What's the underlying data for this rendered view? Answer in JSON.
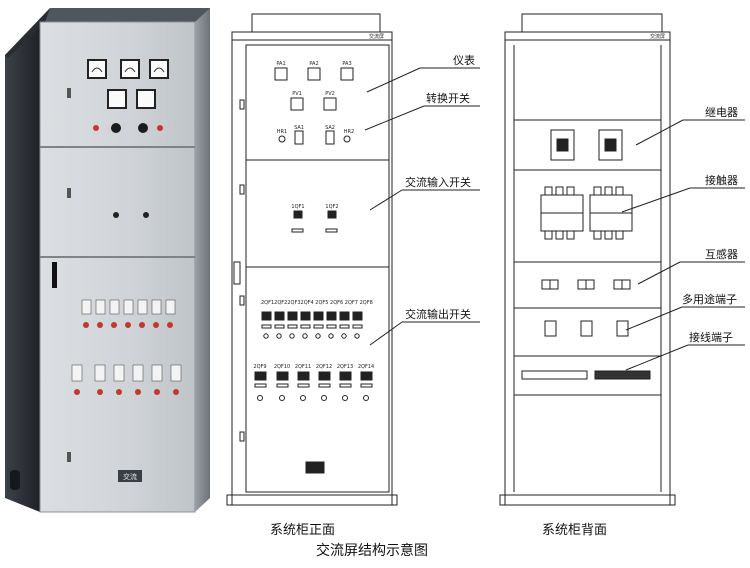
{
  "figure": {
    "title": "交流屏结构示意图",
    "front_caption": "系统柜正面",
    "back_caption": "系统柜背面"
  },
  "photo": {
    "door_label": "交流"
  },
  "front": {
    "header_tag": "交流屏",
    "meters": [
      "PA1",
      "PA2",
      "PA3"
    ],
    "volt_meters": [
      "PV1",
      "PV2"
    ],
    "switches": [
      "SA1",
      "SA2"
    ],
    "lamps": [
      "HR1",
      "HR2"
    ],
    "input_breakers": [
      "1QF1",
      "1QF2"
    ],
    "output_breakers_row1_label": "2QF12QF22QF32QF4 2QF5 2QF6 2QF7 2QF8",
    "output_breakers_row2": [
      "2QF9",
      "2QF10",
      "2QF11",
      "2QF12",
      "2QF13",
      "2QF14"
    ],
    "annotations": {
      "meter": "仪表",
      "switch": "转换开关",
      "input": "交流输入开关",
      "output": "交流输出开关"
    }
  },
  "back": {
    "header_tag": "交流屏",
    "annotations": {
      "relay": "继电器",
      "contactor": "接触器",
      "transformer": "互感器",
      "multi_terminal": "多用途端子",
      "terminal": "接线端子"
    }
  }
}
